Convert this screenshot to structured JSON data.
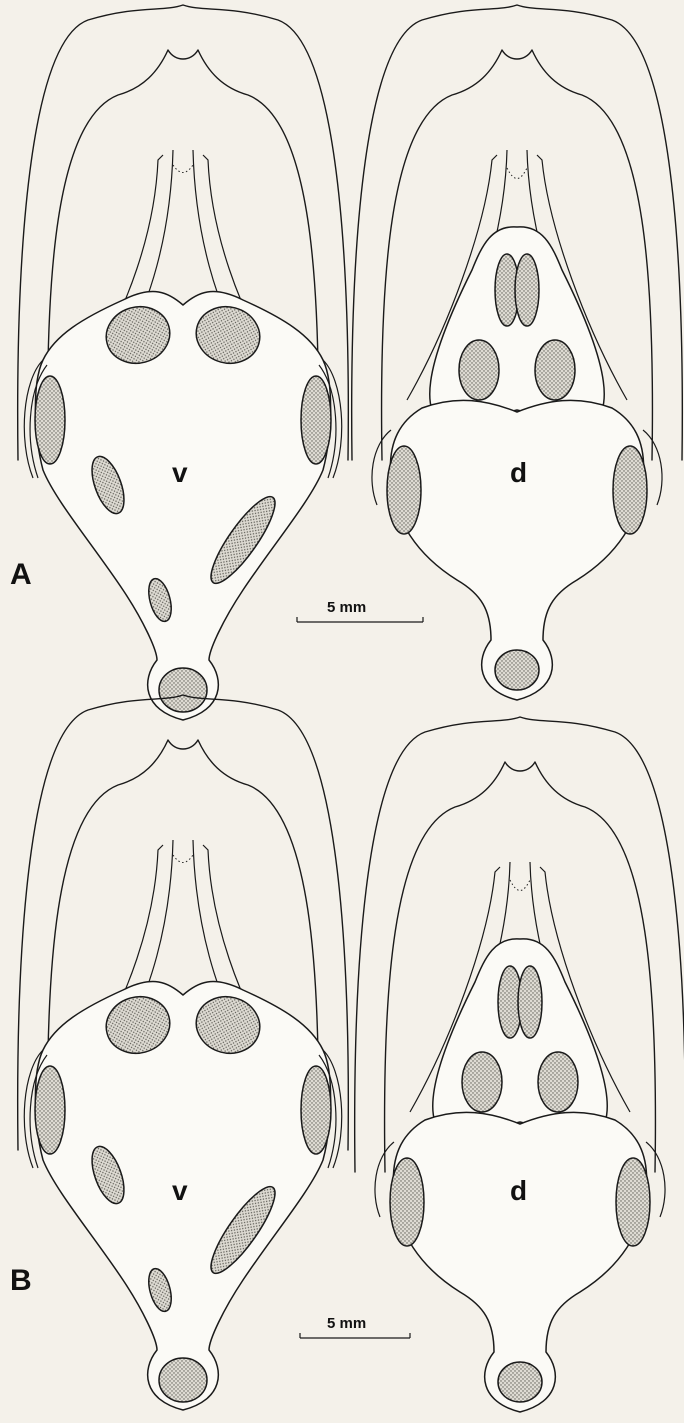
{
  "panels": [
    {
      "id": "A",
      "label": "A",
      "left_view": "v",
      "right_view": "d",
      "scale_text": "5 mm"
    },
    {
      "id": "B",
      "label": "B",
      "left_view": "v",
      "right_view": "d",
      "scale_text": "5 mm"
    }
  ],
  "colors": {
    "ink": "#1a1a1a",
    "paper": "#f4f1ea",
    "stipple": "#9a9890"
  }
}
